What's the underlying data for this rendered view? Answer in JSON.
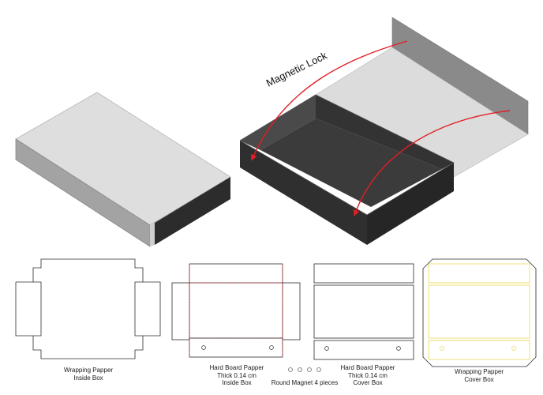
{
  "colors": {
    "lid_top": "#dedede",
    "lid_side": "#9f9f9f",
    "box_dark": "#2f2f2f",
    "box_darker": "#262626",
    "box_inner": "#3d3d3d",
    "arrow_red": "#e31e24",
    "dieline": "#2b2b2b",
    "fold_red": "#e8323a",
    "wrap_yellow": "#e8d640"
  },
  "callout": {
    "text": "Magnetic Lock"
  },
  "captions": {
    "wrap_inside": {
      "line1": "Wrapping Papper",
      "line2": "Inside Box"
    },
    "board_inside": {
      "line1": "Hard Board Papper",
      "line2": "Thick 0.14 cm",
      "line3": "Inside Box"
    },
    "magnets": {
      "text": "Round Magnet 4 pieces"
    },
    "board_cover": {
      "line1": "Hard Board Papper",
      "line2": "Thick 0.14 cm",
      "line3": "Cover Box"
    },
    "wrap_cover": {
      "line1": "Wrapping Papper",
      "line2": "Cover Box"
    }
  }
}
